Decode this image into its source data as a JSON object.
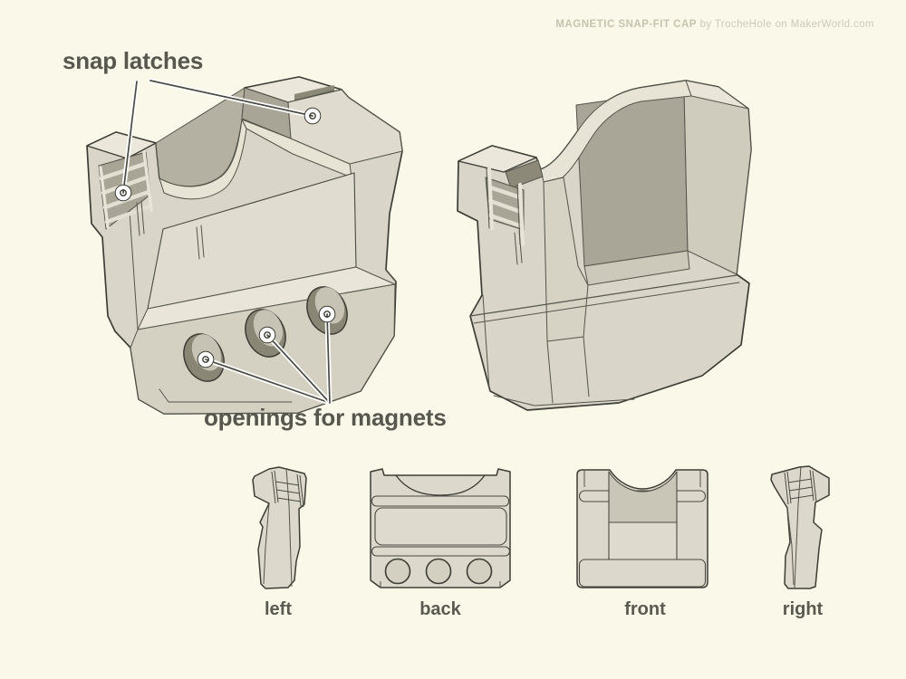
{
  "header": {
    "title": "MAGNETIC SNAP-FIT CAP",
    "byline": "by TrocheHole on MakerWorld.com"
  },
  "annotations": {
    "snap_latches": "snap latches",
    "openings_for_magnets": "openings for magnets"
  },
  "view_labels": {
    "left": "left",
    "back": "back",
    "front": "front",
    "right": "right"
  },
  "counts": {
    "snap_latch_callouts": 2,
    "magnet_opening_callouts": 3
  },
  "colors": {
    "background": "#faf8e9",
    "outline": "#3d3d35",
    "part_base": "#d9d5c8",
    "part_light": "#eae7da",
    "part_mid": "#d2cec0",
    "part_dark_inner": "#a9a597",
    "hole_dark": "#8d8979",
    "label_text": "#57574e",
    "credit_text": "#c9c6b4",
    "leader_line": "#4b4b43"
  }
}
